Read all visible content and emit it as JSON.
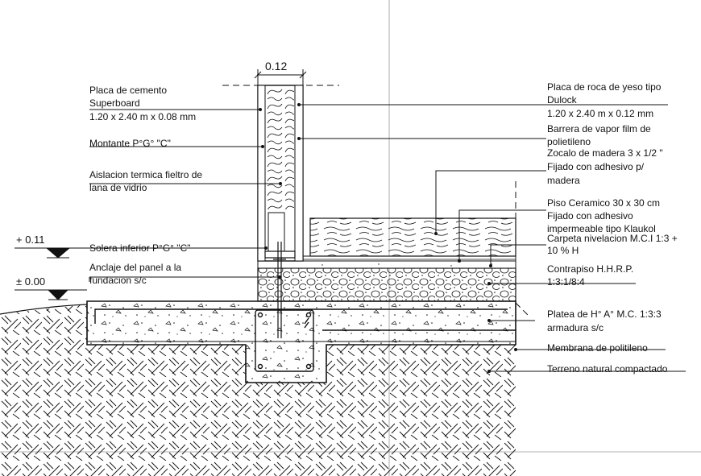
{
  "dimension": "0.12",
  "levels": {
    "upper": "+ 0.11",
    "lower": "± 0.00"
  },
  "left_labels": {
    "placa_cemento": [
      "Placa de cemento",
      "Superboard",
      "1.20 x 2.40 m x 0.08 mm"
    ],
    "montante": "Montante P°G° \"C\"",
    "aislacion": [
      "Aislacion termica fieltro de",
      "lana de vidrio"
    ],
    "solera": "Solera inferior P°G° \"C\"",
    "anclaje": [
      "Anclaje del panel a la",
      "fundacion s/c"
    ]
  },
  "right_labels": {
    "placa_yeso": [
      "Placa de roca de yeso tipo",
      "Dulock",
      "1.20 x 2.40 m x 0.12 mm"
    ],
    "barrera": [
      "Barrera de vapor film de",
      "polietileno"
    ],
    "zocalo": [
      "Zocalo de madera 3 x 1/2 \"",
      "Fijado con adhesivo p/",
      "madera"
    ],
    "piso": [
      "Piso Ceramico 30 x 30 cm",
      "Fijado con adhesivo",
      "impermeable tipo Klaukol"
    ],
    "carpeta": [
      "Carpeta nivelacion M.C.I 1:3 +",
      "10 % H"
    ],
    "contrapiso": [
      "Contrapiso H.H.R.P.",
      "1:3:1/8:4"
    ],
    "platea": [
      "Platea de H° A° M.C. 1:3:3",
      "armadura s/c"
    ],
    "membrana": "Membrana de politileno",
    "terreno": "Terreno natural compactado"
  }
}
